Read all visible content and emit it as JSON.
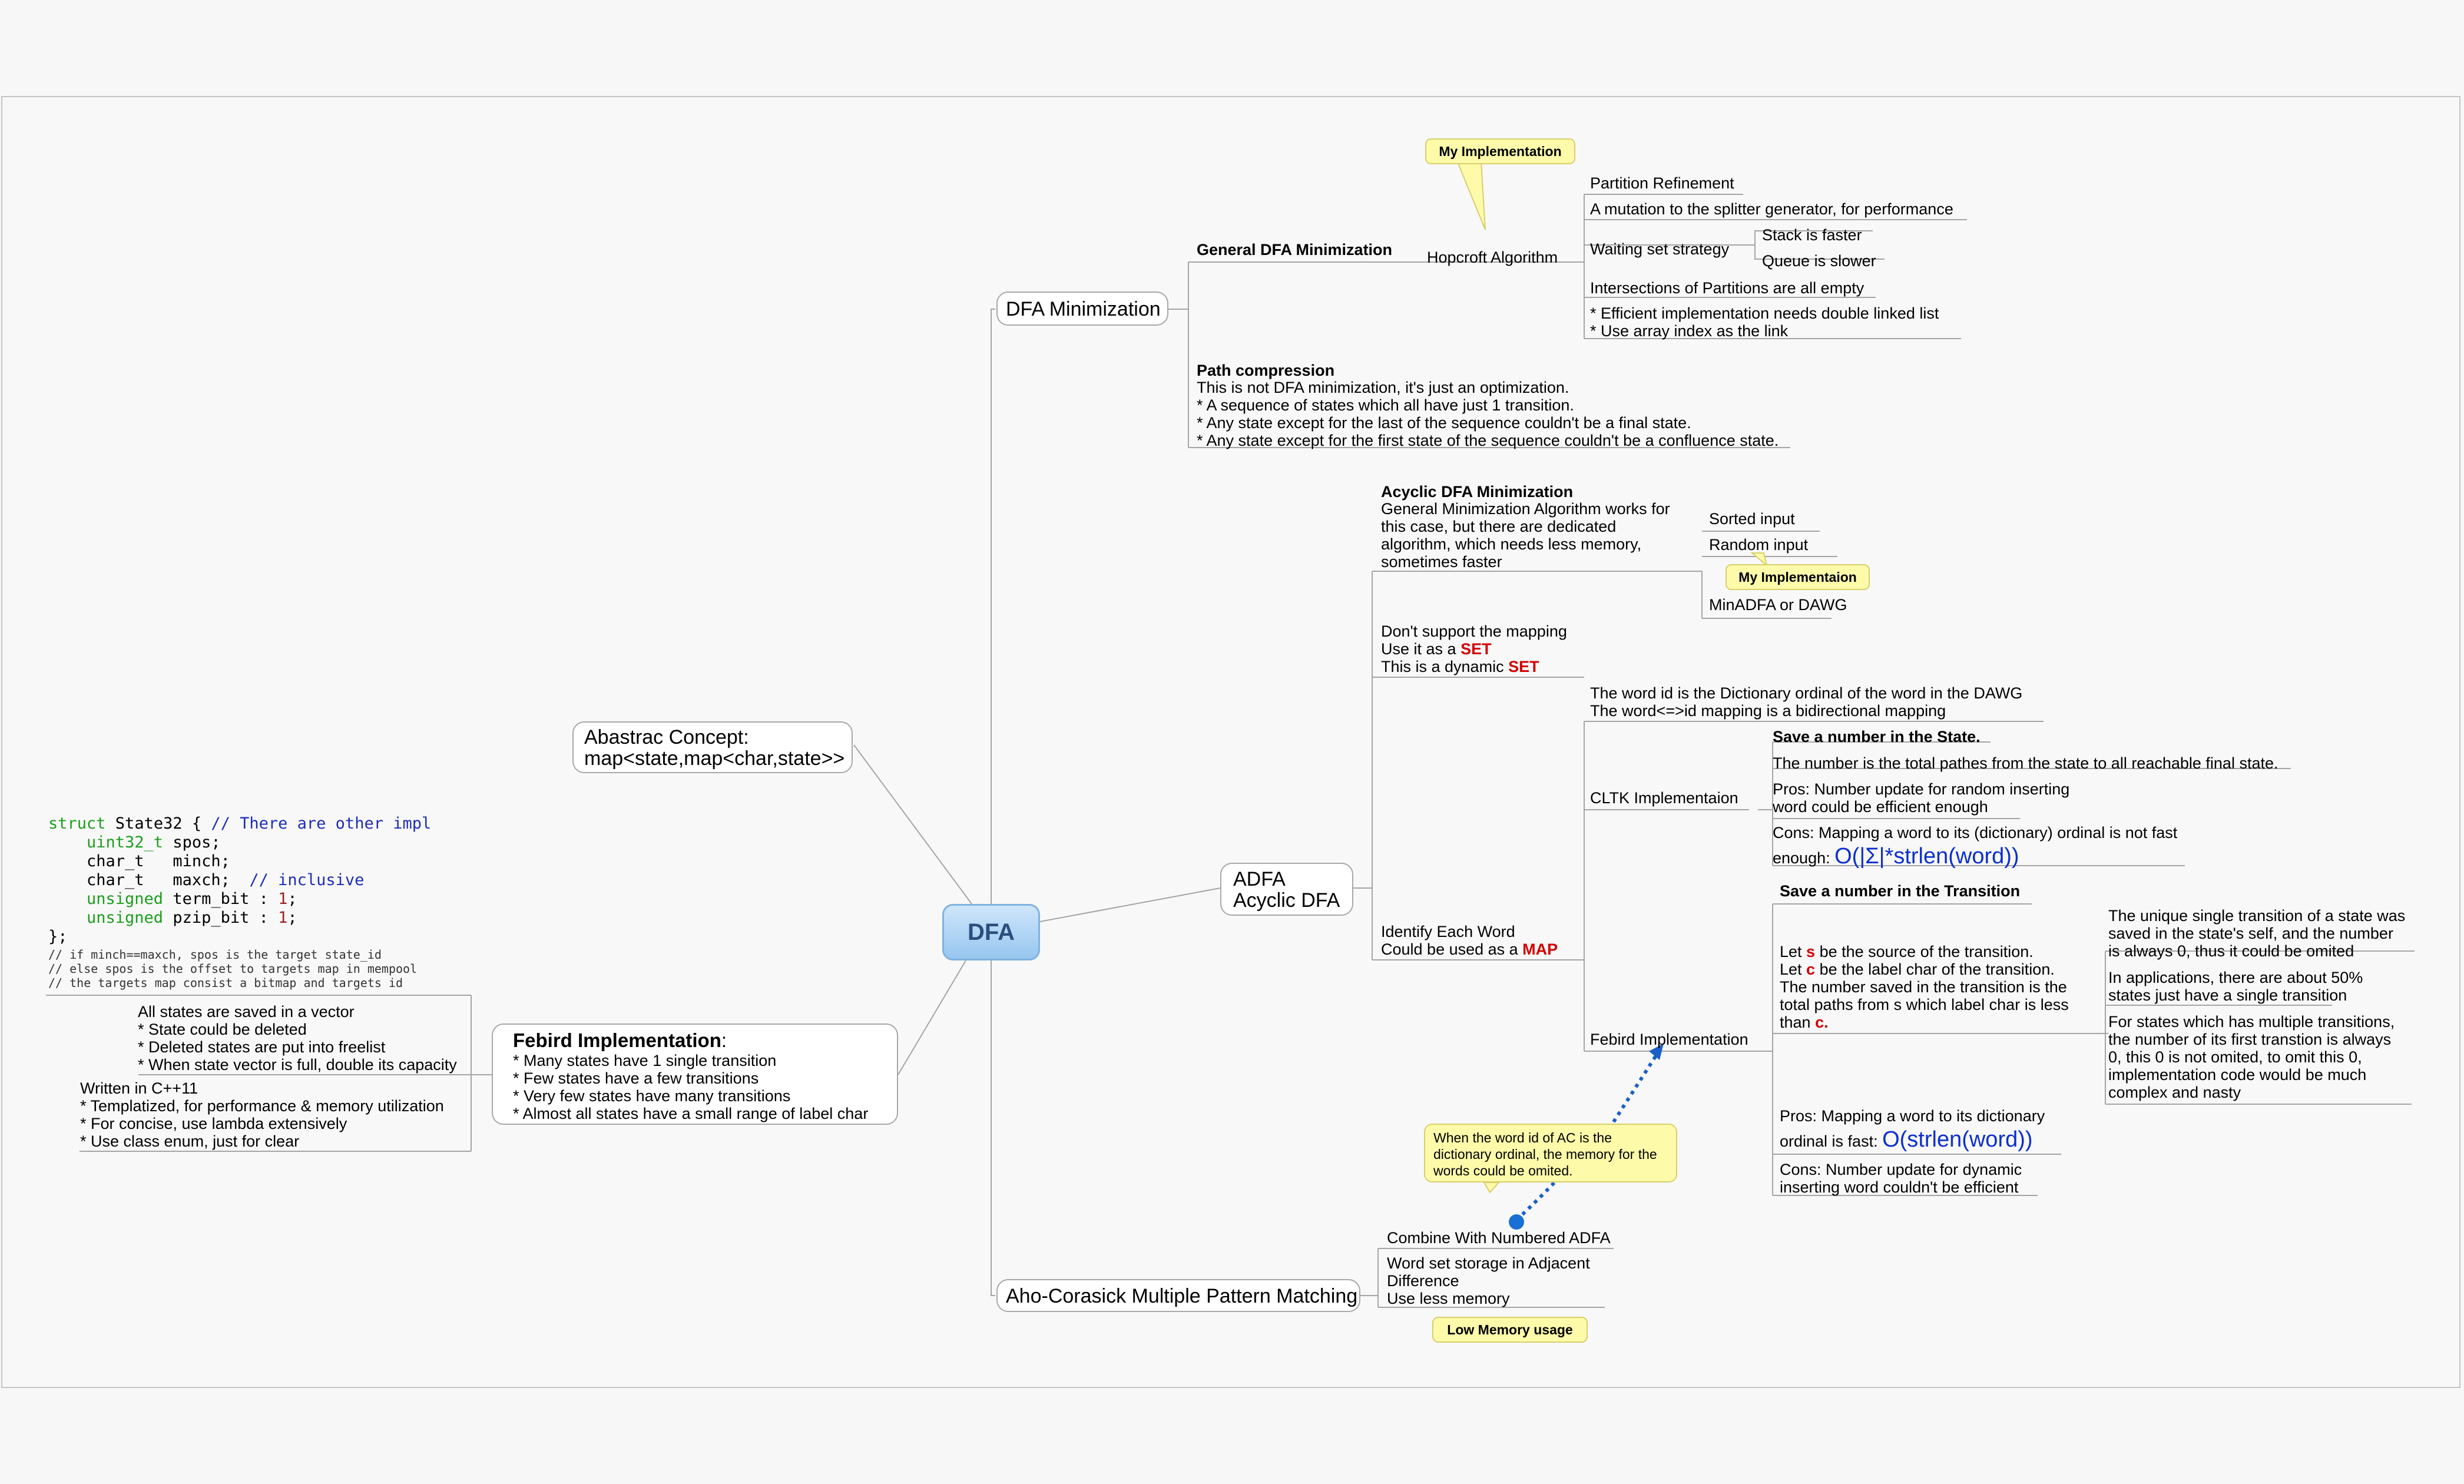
{
  "central": "DFA",
  "callouts": {
    "my_impl_hopcroft": "My Implementation",
    "my_impl_random": "My Implementaion",
    "low_memory": "Low Memory usage",
    "ac_note": "When the word id of AC is the dictionary ordinal, the memory for the words could be omited."
  },
  "dfa_min": {
    "label": "DFA Minimization",
    "general": "General DFA Minimization",
    "hopcroft": "Hopcroft Algorithm",
    "partition": "Partition Refinement",
    "mutation": "A mutation to the splitter generator, for performance",
    "waiting": "Waiting set strategy",
    "stack": "Stack is faster",
    "queue": "Queue is slower",
    "intersections": "Intersections of Partitions are all empty",
    "efficient": "* Efficient implementation needs double linked list\n* Use array index as the link",
    "path_title": "Path compression",
    "path_body": "This is not DFA minimization, it's just an optimization.\n* A sequence of states which all have just 1 transition.\n* Any state except for the last of the sequence couldn't be a final state.\n* Any state except for the first state of the sequence couldn't be a confluence state."
  },
  "adfa": {
    "label": "ADFA\nAcyclic DFA",
    "acyclic_title": "Acyclic DFA Minimization",
    "acyclic_body": "General Minimization Algorithm works for\nthis case, but there are dedicated\nalgorithm, which needs less memory,\nsometimes faster",
    "sorted": "Sorted input",
    "random": "Random input",
    "minadfa": "MinADFA or DAWG",
    "mapping_1": "Don't support the mapping",
    "mapping_2": "Use it as a ",
    "mapping_3": "This is a dynamic ",
    "set": "SET",
    "identify_1": "Identify Each Word",
    "identify_2": "Could be used as a ",
    "map": "MAP",
    "word_id": "The word id is the Dictionary ordinal of the word in the DAWG\nThe word<=>id mapping is a bidirectional mapping",
    "cltk": "CLTK Implementaion",
    "save_state": "Save a number in the State.",
    "total_paths": "The number is the total pathes from the state to all reachable final state.",
    "pros_cltk": "Pros: Number update for random inserting\nword could be efficient enough",
    "cons_cltk_1": "Cons: Mapping a word to its (dictionary) ordinal is not fast",
    "cons_cltk_2": "enough: ",
    "cons_cltk_formula": "O(|Σ|*strlen(word))",
    "febird_impl": "Febird Implementation",
    "save_transition": "Save a number in the Transition",
    "let_1": "Let ",
    "let_s": "s",
    "let_1b": " be the source of the transition.",
    "let_2": "Let ",
    "let_c": "c",
    "let_2b": " be the label char of the transition.",
    "let_3": "The number saved in the transition is the\ntotal paths from s which label char is less",
    "let_4": "than ",
    "let_c2": "c.",
    "unique": "The unique single transition of a state was\nsaved in the state's self, and the number\nis always 0, thus it could be omited",
    "fifty": "In applications, there are about 50%\nstates just have a single transition",
    "multiple": "For states which has multiple transitions,\nthe number of its first transtion is always\n0, this 0 is not omited, to omit this 0,\nimplementation code would be much\ncomplex and nasty",
    "pros_febird_1": "Pros: Mapping a word to its dictionary",
    "pros_febird_2": "ordinal is fast: ",
    "pros_febird_formula": "O(strlen(word))",
    "cons_febird": "Cons: Number update for dynamic\ninserting word couldn't be efficient"
  },
  "aho": {
    "label": "Aho-Corasick Multiple Pattern Matching",
    "combine": "Combine With Numbered ADFA",
    "storage": "Word set storage in Adjacent\nDifference\nUse less memory"
  },
  "abstract": {
    "label": "Abastrac Concept:\nmap<state,map<char,state>>"
  },
  "febird": {
    "title": "Febird Implementation",
    "colon": ":",
    "body": "* Many states have 1 single transition\n* Few states have a few transitions\n* Very few states have many transitions\n* Almost all states have a small range of label char",
    "states": "All states are saved in a vector\n* State could be deleted\n* Deleted states are put into freelist\n* When state vector is full, double its capacity",
    "cpp": "Written in C++11\n* Templatized, for performance & memory utilization\n* For concise, use lambda extensively\n* Use class enum, just for clear"
  },
  "code": {
    "l1a": "struct",
    "l1b": " State32 { ",
    "l1c": "// There are other impl",
    "l2a": "    uint32_t",
    "l2b": " spos;",
    "l3": "    char_t   minch;",
    "l4a": "    char_t   maxch;  ",
    "l4b": "// inclusive",
    "l5a": "    unsigned",
    "l5b": " term_bit : ",
    "l5c": "1",
    "l5d": ";",
    "l6a": "    unsigned",
    "l6b": " pzip_bit : ",
    "l6c": "1",
    "l6d": ";",
    "l7": "};",
    "c1": "// if minch==maxch, spos is the target state_id",
    "c2": "// else spos is the offset to targets map in mempool",
    "c3": "// the targets map consist a bitmap and targets id"
  }
}
